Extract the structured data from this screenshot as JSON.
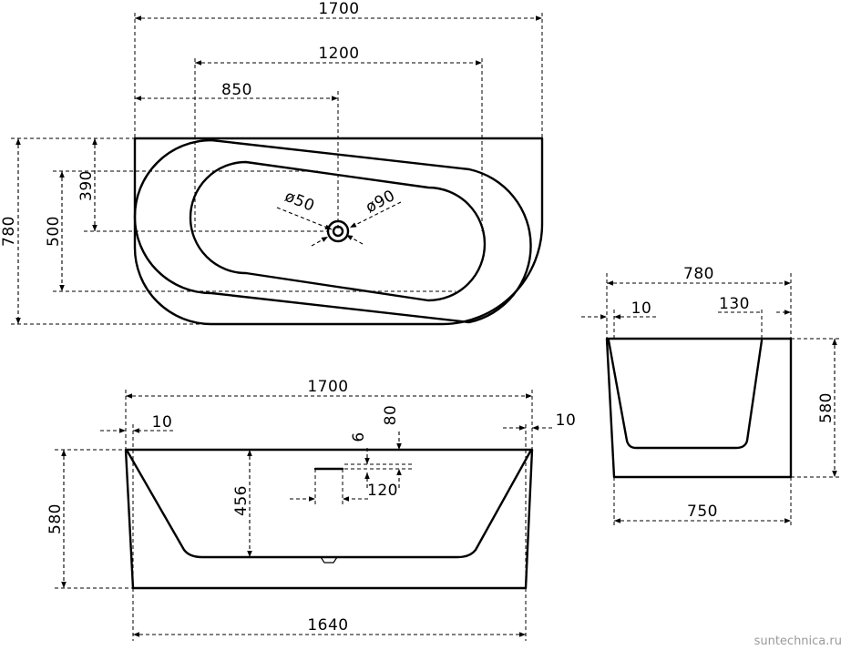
{
  "top_view": {
    "overall_length": "1700",
    "inner_length": "1200",
    "drain_offset": "850",
    "overall_width": "780",
    "inner_width": "500",
    "drain_from_edge": "390",
    "drain_diameter": "ø50",
    "overflow_diameter": "ø90"
  },
  "front_view": {
    "top_length": "1700",
    "left_offset": "10",
    "right_offset": "10",
    "height": "580",
    "inner_depth": "456",
    "detail_small": "6",
    "detail_height": "80",
    "detail_width": "120",
    "bottom_length": "1640"
  },
  "side_view": {
    "top_width": "780",
    "left_offset": "10",
    "right_offset": "130",
    "height": "580",
    "bottom_width": "750"
  },
  "watermark": "suntechnica.ru"
}
